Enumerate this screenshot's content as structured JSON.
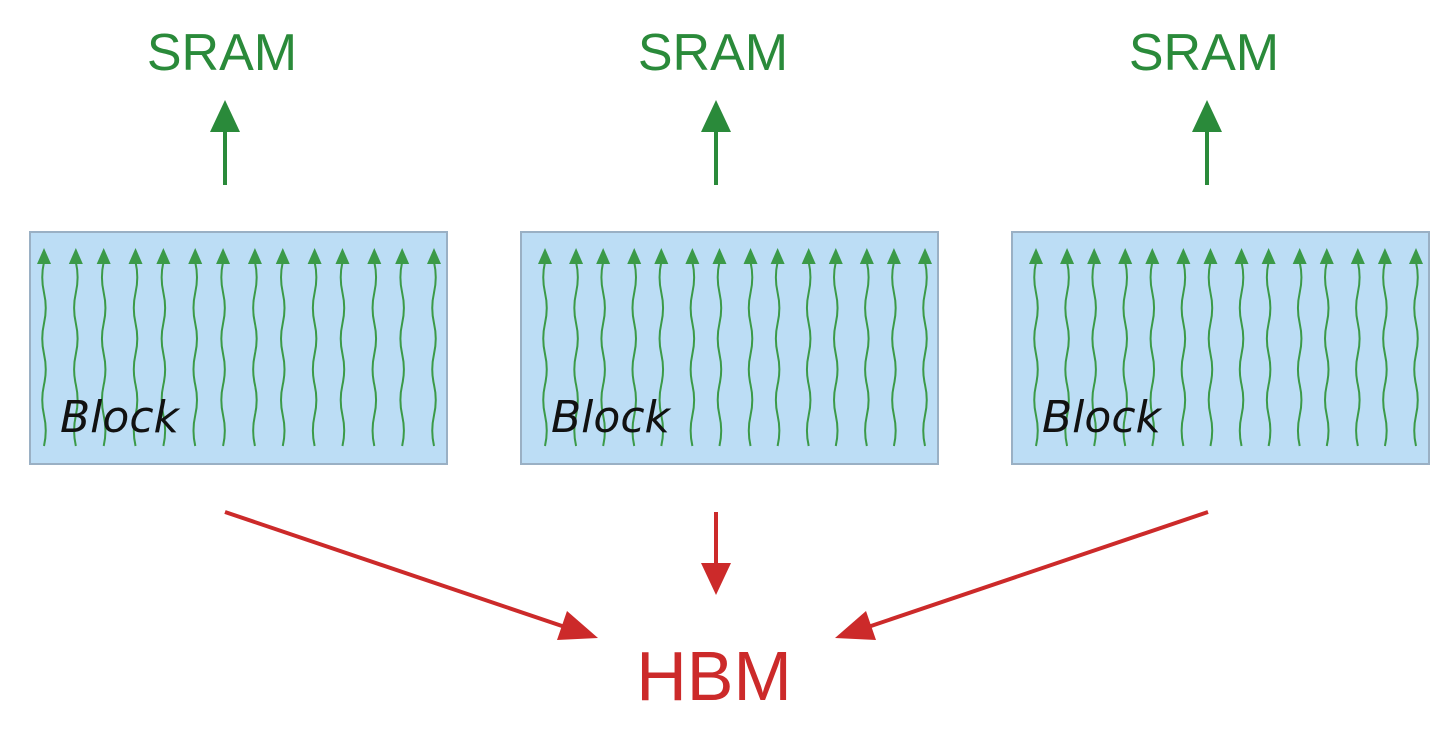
{
  "colors": {
    "green": "#2a8a3a",
    "red": "#cc2a2a",
    "block_fill": "#bcddf5",
    "block_border": "#9ab0c4",
    "thread_color": "#3b9a48",
    "text_dark": "#111111"
  },
  "blocks": [
    {
      "sram_label": "SRAM",
      "block_label": "Block",
      "thread_count": 14
    },
    {
      "sram_label": "SRAM",
      "block_label": "Block",
      "thread_count": 14
    },
    {
      "sram_label": "SRAM",
      "block_label": "Block",
      "thread_count": 14
    }
  ],
  "hbm": {
    "label": "HBM"
  }
}
